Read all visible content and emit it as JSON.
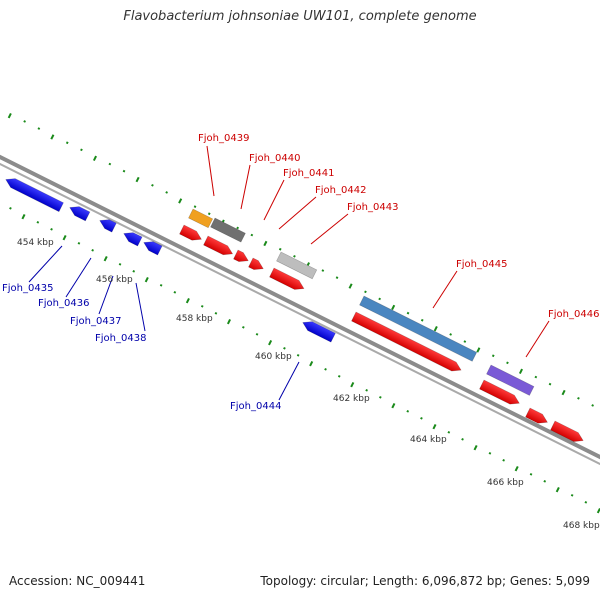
{
  "title": "Flavobacterium johnsoniae UW101, complete genome",
  "footer": {
    "accession": "Accession: NC_009441",
    "stats": "Topology: circular; Length: 6,096,872 bp; Genes: 5,099"
  },
  "colors": {
    "forward": "#ff0000",
    "reverse": "#0000ff",
    "axis": "#888888",
    "tick": "#1a8a1a",
    "label_forward": "#cc0000",
    "label_reverse": "#0000aa"
  },
  "ruler": [
    {
      "text": "454 kbp"
    },
    {
      "text": "456 kbp"
    },
    {
      "text": "458 kbp"
    },
    {
      "text": "460 kbp"
    },
    {
      "text": "462 kbp"
    },
    {
      "text": "464 kbp"
    },
    {
      "text": "466 kbp"
    },
    {
      "text": "468 kbp"
    }
  ],
  "genes": [
    {
      "name": "Fjoh_0435",
      "strand": "-"
    },
    {
      "name": "Fjoh_0436",
      "strand": "-"
    },
    {
      "name": "Fjoh_0437",
      "strand": "-"
    },
    {
      "name": "Fjoh_0438",
      "strand": "-"
    },
    {
      "name": "Fjoh_0439",
      "strand": "+"
    },
    {
      "name": "Fjoh_0440",
      "strand": "+"
    },
    {
      "name": "Fjoh_0441",
      "strand": "+"
    },
    {
      "name": "Fjoh_0442",
      "strand": "+"
    },
    {
      "name": "Fjoh_0443",
      "strand": "+"
    },
    {
      "name": "Fjoh_0444",
      "strand": "-"
    },
    {
      "name": "Fjoh_0445",
      "strand": "+"
    },
    {
      "name": "Fjoh_0446",
      "strand": "+"
    }
  ]
}
